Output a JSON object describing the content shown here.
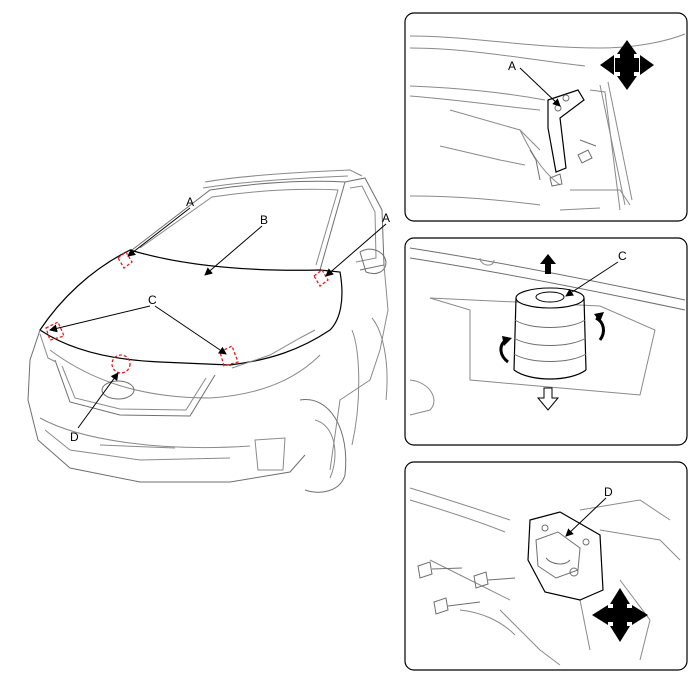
{
  "labels": {
    "hinge_left": "A",
    "hood": "B",
    "hinge_right": "A",
    "bumper_stop": "C",
    "latch": "D",
    "detail_hinge": "A",
    "detail_bumper": "C",
    "detail_latch": "D"
  },
  "colors": {
    "marker": "#e02020",
    "line": "#000000",
    "line_light": "#8a8a8a"
  },
  "icons": [
    "four-way-arrow-icon",
    "up-arrow-icon",
    "down-arrow-icon",
    "rotate-arrow-icon"
  ]
}
